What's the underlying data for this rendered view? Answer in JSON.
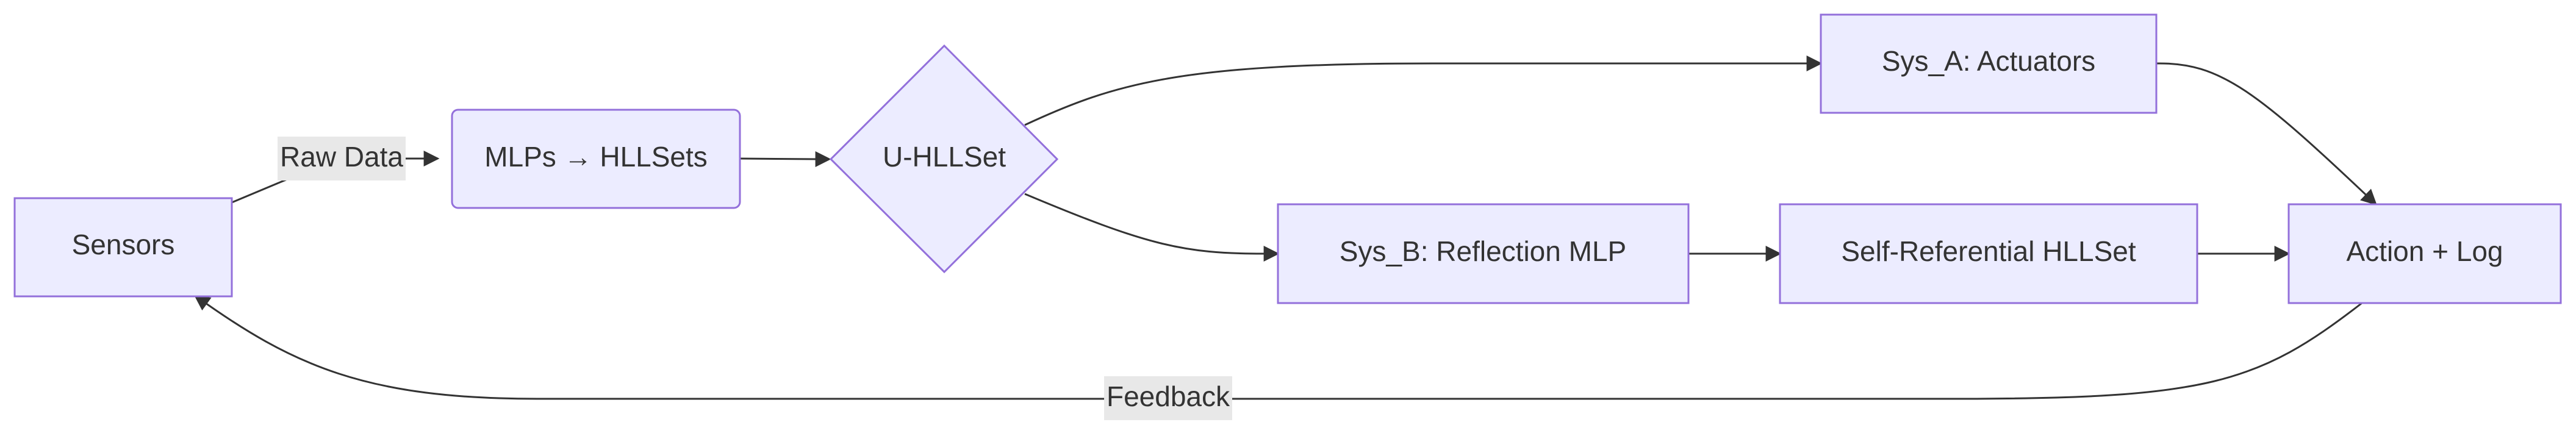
{
  "diagram": {
    "nodes": {
      "sensors": "Sensors",
      "mlps": "MLPs → HLLSets",
      "uhllset": "U-HLLSet",
      "sys_a": "Sys_A: Actuators",
      "sys_b": "Sys_B: Reflection MLP",
      "self_ref": "Self-Referential HLLSet",
      "action": "Action + Log"
    },
    "edges": {
      "raw_data": "Raw Data",
      "feedback": "Feedback"
    }
  },
  "colors": {
    "node_fill": "#ECECFF",
    "node_stroke": "#9370DB",
    "edge": "#333333",
    "label_bg": "#e8e8e8"
  }
}
